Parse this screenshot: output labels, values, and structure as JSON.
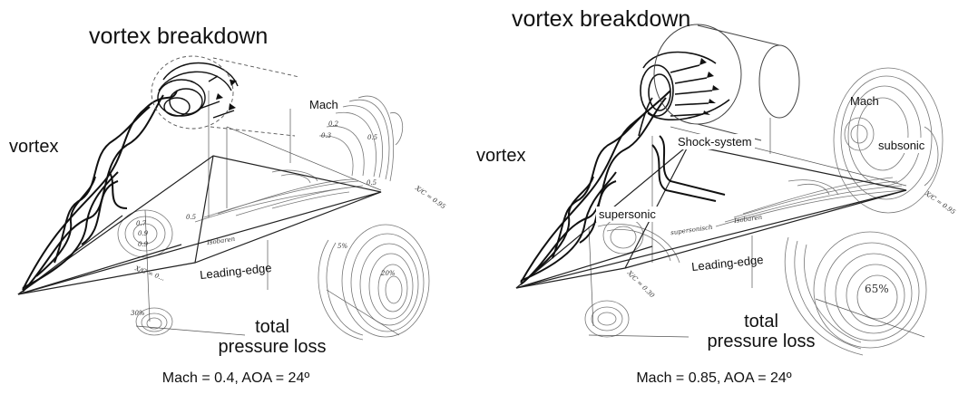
{
  "left": {
    "vortex_breakdown": "vortex breakdown",
    "vortex": "vortex",
    "mach": "Mach",
    "leading_edge": "Leading-edge",
    "total_pressure_loss_1": "total",
    "total_pressure_loss_2": "pressure loss",
    "caption": "Mach = 0.4, AOA = 24º",
    "xc_station_1": "X/C = 0.95",
    "xc_station_2": "X/C = 0...",
    "contour_labels": [
      "0.2",
      "0.3",
      "0.5",
      "0.5",
      "0.7",
      "0.9",
      "0.9",
      "0.5",
      "Isobaren",
      "5%",
      "20%",
      "30%"
    ]
  },
  "right": {
    "vortex_breakdown": "vortex breakdown",
    "vortex": "vortex",
    "mach": "Mach",
    "subsonic": "subsonic",
    "shock_system": "Shock-system",
    "supersonic": "supersonic",
    "leading_edge": "Leading-edge",
    "total_pressure_loss_1": "total",
    "total_pressure_loss_2": "pressure loss",
    "caption": "Mach = 0.85, AOA = 24º",
    "xc_station_1": "X/C = 0.95",
    "xc_station_2": "X/C = 0.30",
    "contour_labels": [
      "Isobaren",
      "supersonisch",
      "65%"
    ]
  },
  "colors": {
    "line": "#222222",
    "contour": "#777777",
    "background": "#ffffff"
  }
}
